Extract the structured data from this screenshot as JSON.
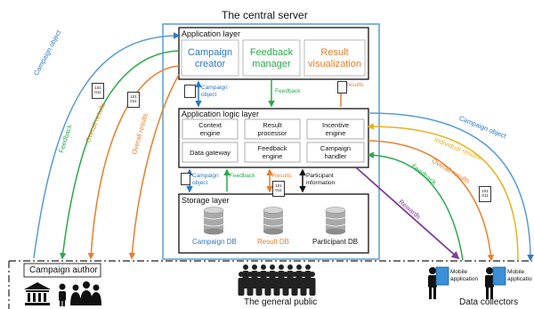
{
  "title": "The central server",
  "layers": {
    "application": {
      "title": "Application layer",
      "components": [
        {
          "label": "Campaign\ncreator",
          "color": "#2e78c2"
        },
        {
          "label": "Feedback\nmanager",
          "color": "#2da84a"
        },
        {
          "label": "Result\nvisualization",
          "color": "#e87f2c"
        }
      ]
    },
    "logic": {
      "title": "Application logic layer",
      "components": [
        {
          "label": "Context\nengine"
        },
        {
          "label": "Result\nprocessor"
        },
        {
          "label": "Incentive\nengine"
        },
        {
          "label": "Data gateway"
        },
        {
          "label": "Feedback\nengine"
        },
        {
          "label": "Campaign\nhandler"
        }
      ]
    },
    "storage": {
      "title": "Storage layer",
      "databases": [
        {
          "label": "Campaign DB",
          "color": "#2e78c2"
        },
        {
          "label": "Result DB",
          "color": "#e87f2c"
        },
        {
          "label": "Participant DB",
          "color": "#111111"
        }
      ]
    }
  },
  "flows": {
    "campaign_object": "Campaign object",
    "feedback": "Feedback",
    "overall_results": "Overall results",
    "individual_results": "Individual results",
    "rewards": "Rewards",
    "results": "Results",
    "participant_information": "Participant\ninformation"
  },
  "stakeholders": {
    "campaign_author": "Campaign author",
    "general_public": "The general public",
    "data_collectors": "Data collectors",
    "mobile_application": "Mobile\napplication"
  },
  "binary_glyph": "101\n011",
  "colors": {
    "blue": "#2e78c2",
    "green": "#2da84a",
    "orange": "#e87f2c",
    "yellow": "#e6b31e",
    "purple": "#7d3c98",
    "server_border": "#5a9bd5"
  }
}
